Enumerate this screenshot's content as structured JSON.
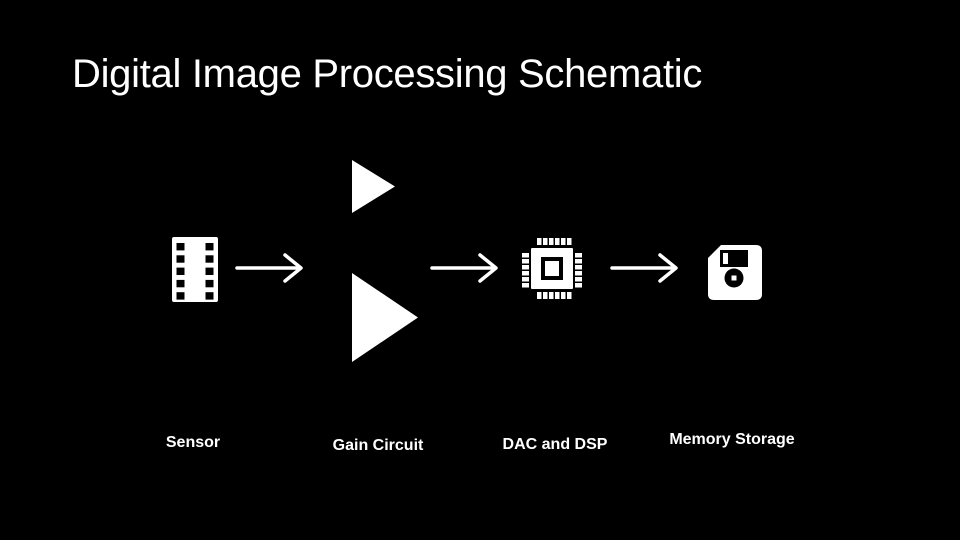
{
  "slide": {
    "title": "Digital Image Processing Schematic",
    "background_color": "#000000",
    "text_color": "#ffffff"
  },
  "diagram": {
    "stages": [
      {
        "label": "Sensor",
        "icon": "film-strip-icon"
      },
      {
        "label": "Gain Circuit",
        "icon": "amplifier-triangles-icon"
      },
      {
        "label": "DAC and DSP",
        "icon": "microchip-icon"
      },
      {
        "label": "Memory Storage",
        "icon": "floppy-disk-icon"
      }
    ],
    "connectors": [
      {
        "icon": "right-arrow-icon"
      },
      {
        "icon": "right-arrow-icon"
      },
      {
        "icon": "right-arrow-icon"
      }
    ]
  }
}
